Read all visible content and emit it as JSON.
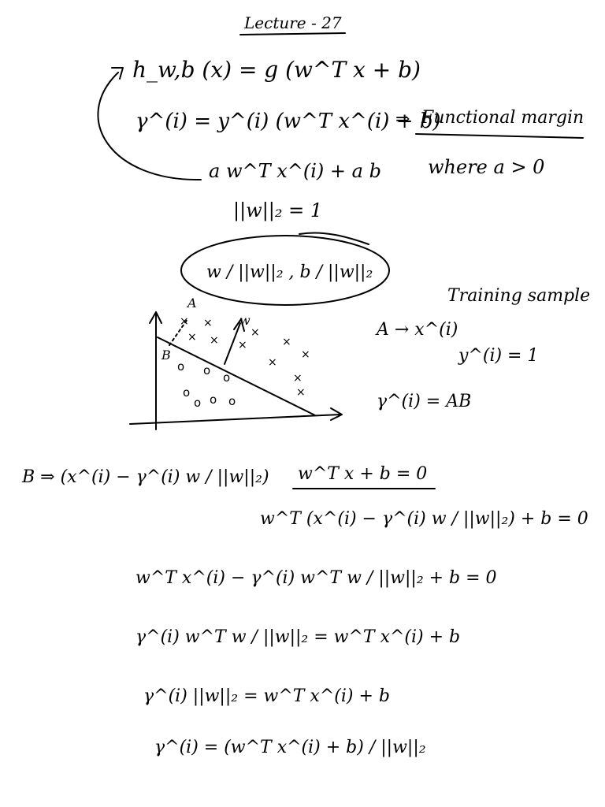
{
  "title": "Lecture - 27",
  "lines": {
    "hypothesis": "h_w,b (x) = g (w^T x + b)",
    "functional_margin_eq": "γ^(i) = y^(i) (w^T x^(i) + b)",
    "functional_margin_label": "Functional margin",
    "scaled": "a w^T x^(i) + a b",
    "where": "where a > 0",
    "norm_constraint": "||w||₂ = 1",
    "normalized": "w / ||w||₂ , b / ||w||₂",
    "training_sample": "Training sample",
    "A_maps": "A → x^(i)",
    "y_eq": "y^(i) = 1",
    "gamma_AB": "γ^(i) = AB",
    "B_point": "B ⇒ (x^(i) − γ^(i) w / ||w||₂)",
    "plane_eq": "w^T x + b = 0",
    "sub_eq": "w^T (x^(i) − γ^(i) w / ||w||₂) + b = 0",
    "expand_eq": "w^T x^(i) − γ^(i) w^T w / ||w||₂ + b = 0",
    "gamma_ww": "γ^(i) w^T w / ||w||₂ = w^T x^(i) + b",
    "gamma_norm": "γ^(i) ||w||₂ = w^T x^(i) + b",
    "gamma_final": "γ^(i) = (w^T x^(i) + b) / ||w||₂"
  },
  "diagram": {
    "label_A": "A",
    "label_B": "B",
    "label_w": "w"
  }
}
